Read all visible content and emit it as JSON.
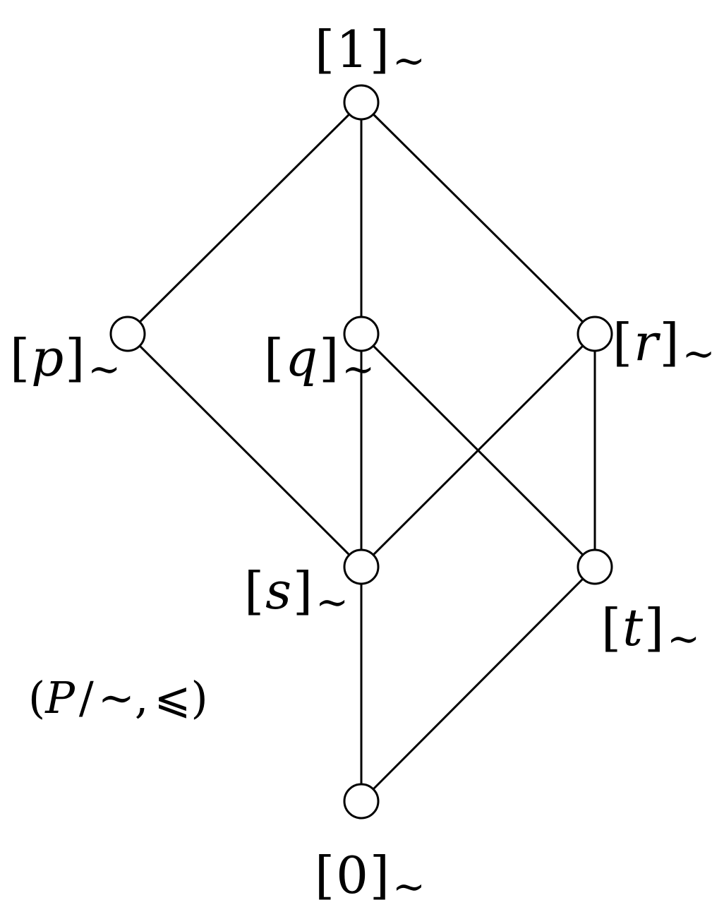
{
  "diagram": {
    "caption": {
      "open": "(",
      "set": "P",
      "slash": "/",
      "rel": "∼",
      "comma": ",",
      "order": "⩽",
      "close": ")"
    },
    "nodes": [
      {
        "id": "one",
        "symbol": "1",
        "italic": false
      },
      {
        "id": "p",
        "symbol": "p",
        "italic": true
      },
      {
        "id": "q",
        "symbol": "q",
        "italic": true
      },
      {
        "id": "r",
        "symbol": "r",
        "italic": true
      },
      {
        "id": "s",
        "symbol": "s",
        "italic": true
      },
      {
        "id": "t",
        "symbol": "t",
        "italic": true
      },
      {
        "id": "zero",
        "symbol": "0",
        "italic": false
      }
    ],
    "label_tokens": {
      "open": "[",
      "close": "]",
      "sub": "∼"
    },
    "edges": [
      [
        "one",
        "p"
      ],
      [
        "one",
        "q"
      ],
      [
        "one",
        "r"
      ],
      [
        "p",
        "s"
      ],
      [
        "q",
        "s"
      ],
      [
        "r",
        "s"
      ],
      [
        "q",
        "t"
      ],
      [
        "r",
        "t"
      ],
      [
        "s",
        "zero"
      ],
      [
        "t",
        "zero"
      ]
    ],
    "colors": {
      "line": "#000000",
      "node_fill": "#ffffff",
      "background": "#ffffff"
    }
  }
}
